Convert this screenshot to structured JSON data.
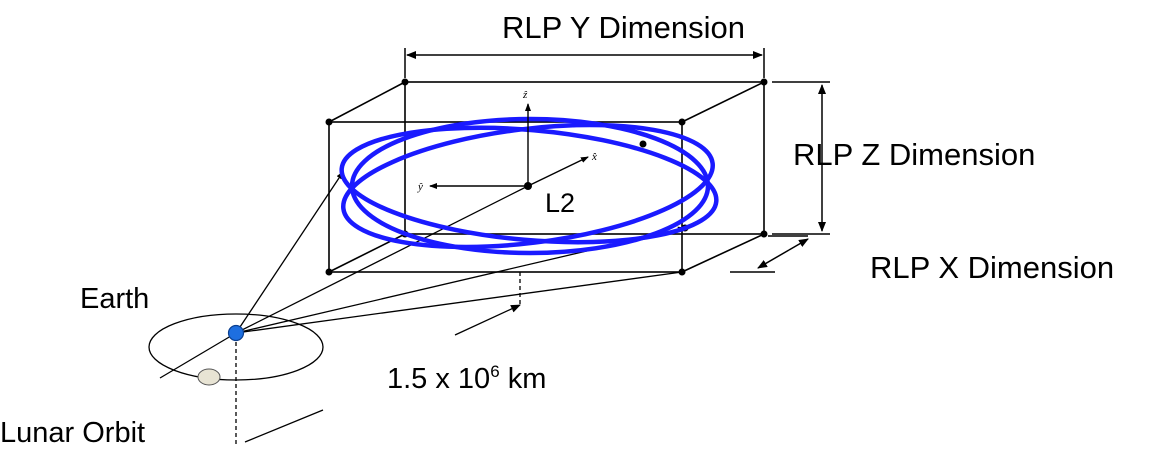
{
  "labels": {
    "rlp_y": "RLP Y Dimension",
    "rlp_z": "RLP Z Dimension",
    "rlp_x": "RLP X Dimension",
    "l2": "L2",
    "earth": "Earth",
    "lunar_orbit": "Lunar Orbit",
    "distance_prefix": "1.5 x 10",
    "distance_exponent": "6",
    "distance_unit": " km",
    "axis_z": "ẑ",
    "axis_x": "x̂",
    "axis_y": "ŷ"
  },
  "colors": {
    "orbit": "#1a1aff",
    "earth": "#1e6fe0",
    "moon": "#e8e4d4",
    "line": "#000000"
  }
}
